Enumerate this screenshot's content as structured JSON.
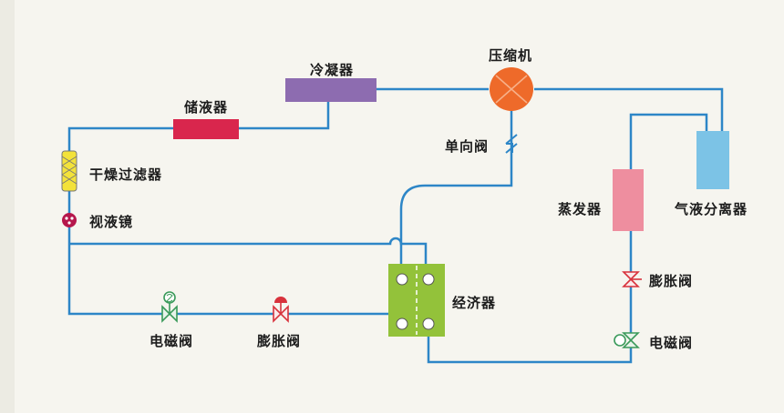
{
  "diagram": {
    "components": {
      "compressor": "压缩机",
      "condenser": "冷凝器",
      "receiver": "储液器",
      "filter_drier": "干燥过滤器",
      "sight_glass": "视液镜",
      "check_valve": "单向阀",
      "economizer": "经济器",
      "evaporator": "蒸发器",
      "separator": "气液分离器",
      "solenoid_left": "电磁阀",
      "expansion_left": "膨胀阀",
      "expansion_right": "膨胀阀",
      "solenoid_right": "电磁阀"
    },
    "colors": {
      "pipe": "#2d86c7",
      "compressor": "#ee6a2a",
      "condenser": "#8d6cb0",
      "receiver": "#d9264d",
      "filter_drier": "#f3e23a",
      "sight_glass": "#b5174c",
      "economizer": "#93c23a",
      "evaporator": "#ee8e9f",
      "separator": "#7cc3e6",
      "valve_green": "#3a9a5a",
      "valve_red": "#d8323c"
    }
  }
}
